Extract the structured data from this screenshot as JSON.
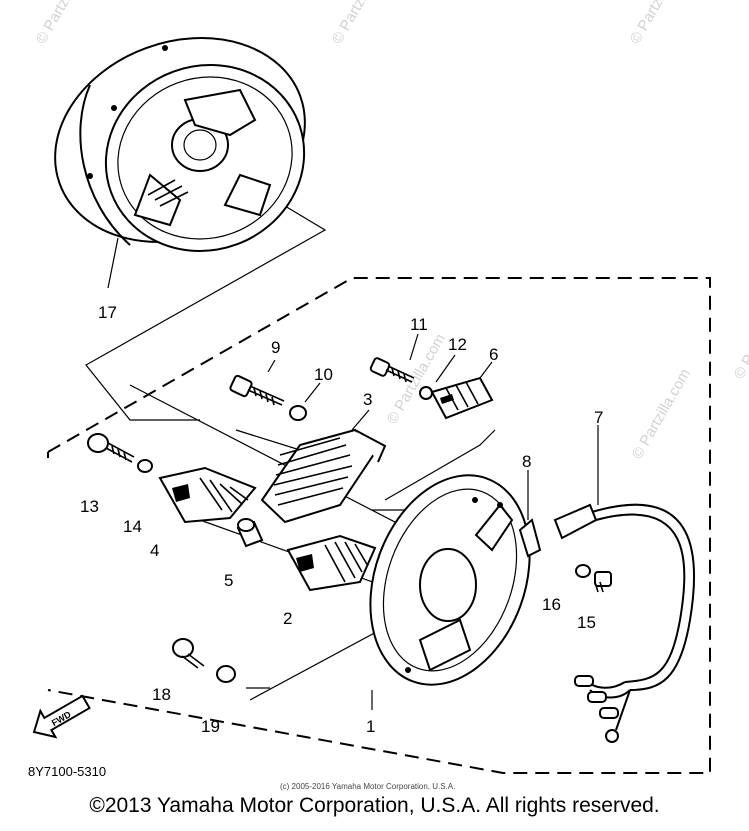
{
  "watermark": "© Partzilla.com",
  "callouts": {
    "p1": "1",
    "p2": "2",
    "p3": "3",
    "p4": "4",
    "p5": "5",
    "p6": "6",
    "p7": "7",
    "p8": "8",
    "p9": "9",
    "p10": "10",
    "p11": "11",
    "p12": "12",
    "p13": "13",
    "p14": "14",
    "p15": "15",
    "p16": "16",
    "p17": "17",
    "p18": "18",
    "p19": "19"
  },
  "direction_label": "FWD",
  "diagram_code": "8Y7100-5310",
  "small_copyright": "(c) 2005-2016 Yamaha Motor Corporation, U.S.A.",
  "footer": "©2013 Yamaha Motor Corporation, U.S.A. All rights reserved."
}
